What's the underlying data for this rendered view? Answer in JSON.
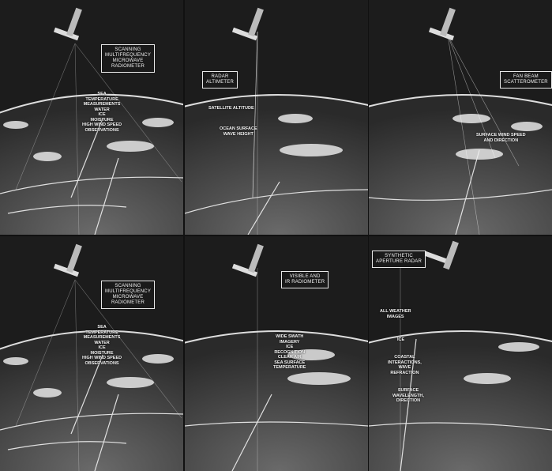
{
  "panels": [
    {
      "id": "p1",
      "instrument_label": "SCANNING\nMULTIFREQUENCY\nMICROWAVE\nRADIOMETER",
      "annotations": [
        "SEA\nTEMPERATURE\nMEASUREMENTS\nWATER\nICE\nMOISTURE\nHIGH WIND SPEED\nOBSERVATIONS"
      ]
    },
    {
      "id": "p2",
      "instrument_label": "RADAR\nALTIMETER",
      "annotations": [
        "SATELLITE ALTITUDE",
        "OCEAN SURFACE\nWAVE HEIGHT"
      ]
    },
    {
      "id": "p3",
      "instrument_label": "FAN BEAM\nSCATTEROMETER",
      "annotations": [
        "SURFACE WIND SPEED\nAND DIRECTION"
      ]
    },
    {
      "id": "p4",
      "instrument_label": "SCANNING\nMULTIFREQUENCY\nMICROWAVE\nRADIOMETER",
      "annotations": [
        "SEA\nTEMPERATURE\nMEASUREMENTS\nWATER\nICE\nMOISTURE\nHIGH WIND SPEED\nOBSERVATIONS"
      ]
    },
    {
      "id": "p5",
      "instrument_label": "VISIBLE AND\nIR RADIOMETER",
      "annotations": [
        "WIDE SWATH\nIMAGERY\nICE\nRECOGNITION\nCLEAR AIR\nSEA SURFACE\nTEMPERATURE"
      ]
    },
    {
      "id": "p6",
      "instrument_label": "SYNTHETIC\nAPERTURE RADAR",
      "annotations": [
        "ALL WEATHER\nIMAGES",
        "ICE",
        "COASTAL\nINTERACTIONS,\nWAVE\nREFRACTION",
        "SURFACE\nWAVELENGTH,\nDIRECTION"
      ]
    }
  ]
}
